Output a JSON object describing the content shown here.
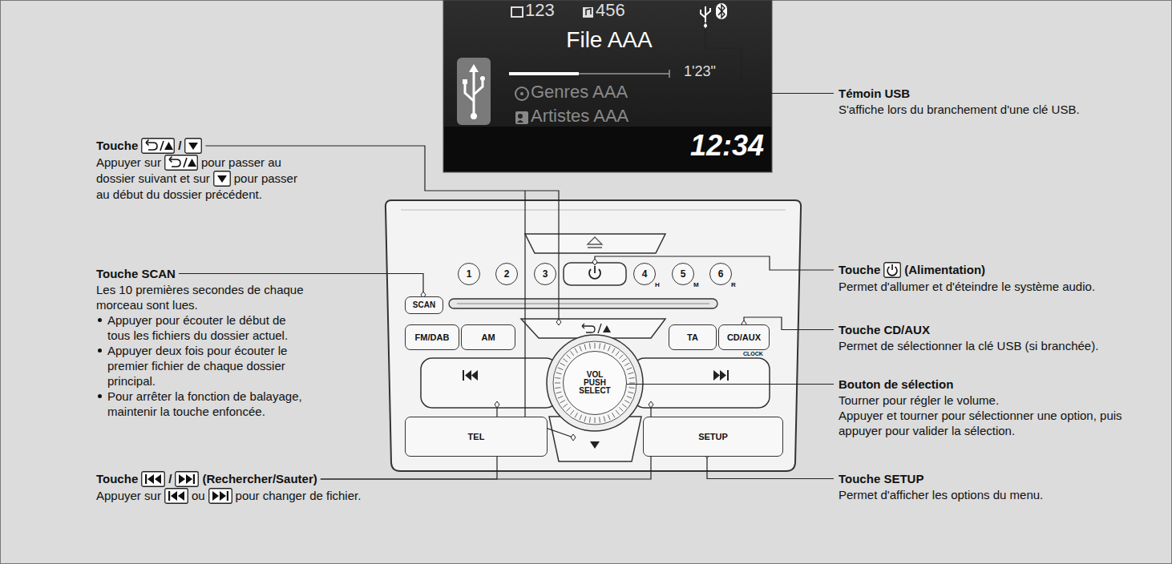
{
  "diagram": {
    "nodes": [
      {
        "text": [
          "123",
          "456",
          "File AAA",
          "1'23\"",
          "Genres AAA",
          "Artistes AAA",
          "12:34"
        ]
      },
      {
        "text": [
          "1"
        ]
      },
      {
        "text": [
          "2"
        ]
      },
      {
        "text": [
          "3"
        ]
      },
      {
        "text": [
          "4"
        ]
      },
      {
        "text": [
          "5"
        ]
      },
      {
        "text": [
          "6"
        ]
      },
      {
        "text": [
          "SCAN"
        ]
      },
      {
        "text": [
          "FM/DAB"
        ]
      },
      {
        "text": [
          "AM"
        ]
      },
      {
        "text": [
          "TA"
        ]
      },
      {
        "text": [
          "CD/AUX"
        ]
      },
      {
        "text": [
          "VOL PUSH SELECT"
        ]
      },
      {
        "text": [
          "TEL"
        ]
      },
      {
        "text": [
          "SETUP"
        ]
      }
    ],
    "labels": [
      "Touche",
      "/",
      "Appuyer sur",
      "pour passer au dossier suivant et sur",
      "pour passer au début du dossier précédent.",
      "Touche SCAN",
      "Les 10 premières secondes de chaque morceau sont lues.",
      "Appuyer pour écouter le début de tous les fichiers du dossier actuel.",
      "Appuyer deux fois pour écouter le premier fichier de chaque dossier principal.",
      "Pour arrêter la fonction de balayage, maintenir la touche enfoncée.",
      "Touche",
      "/",
      "(Rechercher/Sauter)",
      "Appuyer sur",
      "ou",
      "pour changer de fichier.",
      "Témoin USB",
      "S'affiche lors du branchement d'une clé USB.",
      "Touche",
      "(Alimentation)",
      "Permet d'allumer et d'éteindre le système audio.",
      "Touche CD/AUX",
      "Permet de sélectionner la clé USB (si branchée).",
      "Bouton de sélection",
      "Tourner pour régler le volume.",
      "Appuyer et tourner pour sélectionner une option, puis appuyer pour valider la sélection.",
      "Touche SETUP",
      "Permet d'afficher les options du menu.",
      "H",
      "M",
      "R",
      "CLOCK"
    ]
  }
}
